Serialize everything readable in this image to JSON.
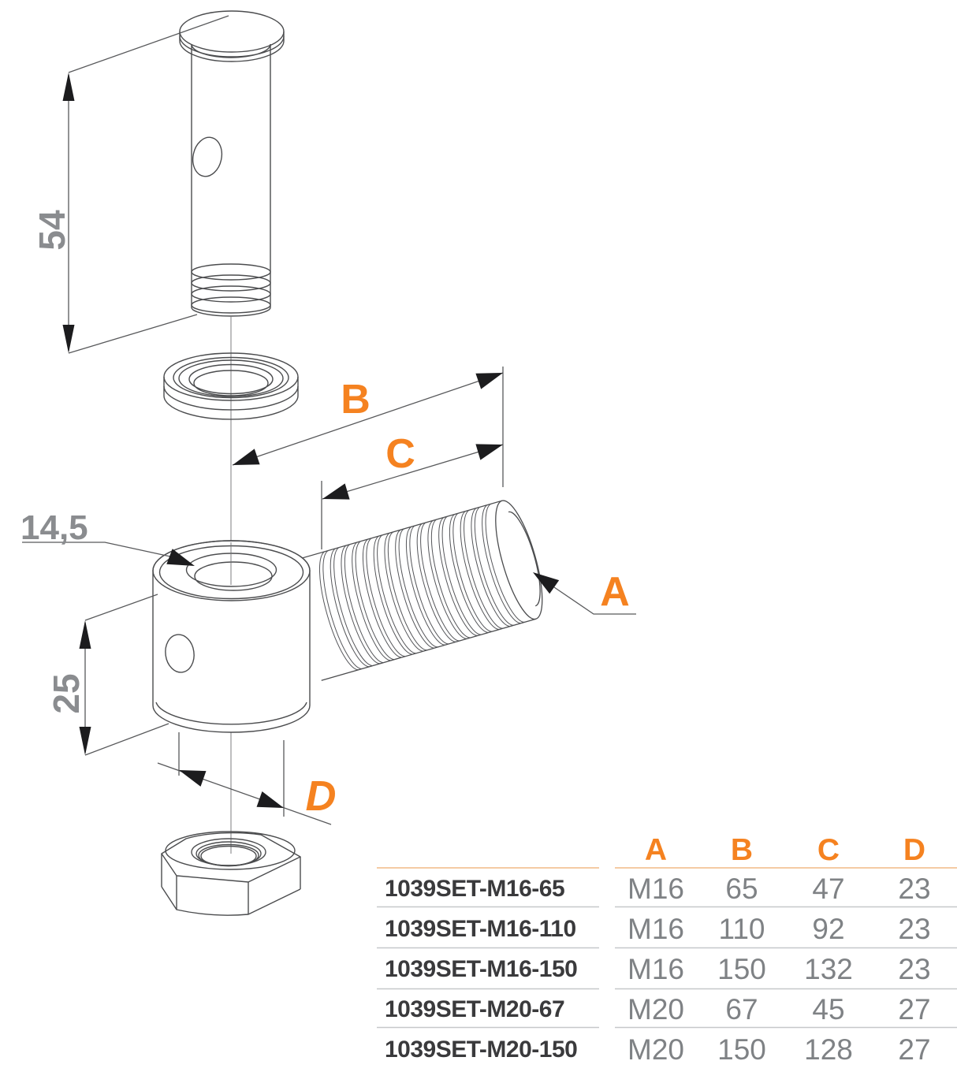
{
  "diagram": {
    "pin_length": "54",
    "bore_diameter": "14,5",
    "body_height": "25",
    "dim_a": "A",
    "dim_b": "B",
    "dim_c": "C",
    "dim_d": "D",
    "accent_color": "#F58220"
  },
  "table": {
    "headers": [
      "A",
      "B",
      "C",
      "D"
    ],
    "rows": [
      {
        "part": "1039SET-M16-65",
        "a": "M16",
        "b": "65",
        "c": "47",
        "d": "23"
      },
      {
        "part": "1039SET-M16-110",
        "a": "M16",
        "b": "110",
        "c": "92",
        "d": "23"
      },
      {
        "part": "1039SET-M16-150",
        "a": "M16",
        "b": "150",
        "c": "132",
        "d": "23"
      },
      {
        "part": "1039SET-M20-67",
        "a": "M20",
        "b": "67",
        "c": "45",
        "d": "27"
      },
      {
        "part": "1039SET-M20-150",
        "a": "M20",
        "b": "150",
        "c": "128",
        "d": "27"
      }
    ]
  }
}
